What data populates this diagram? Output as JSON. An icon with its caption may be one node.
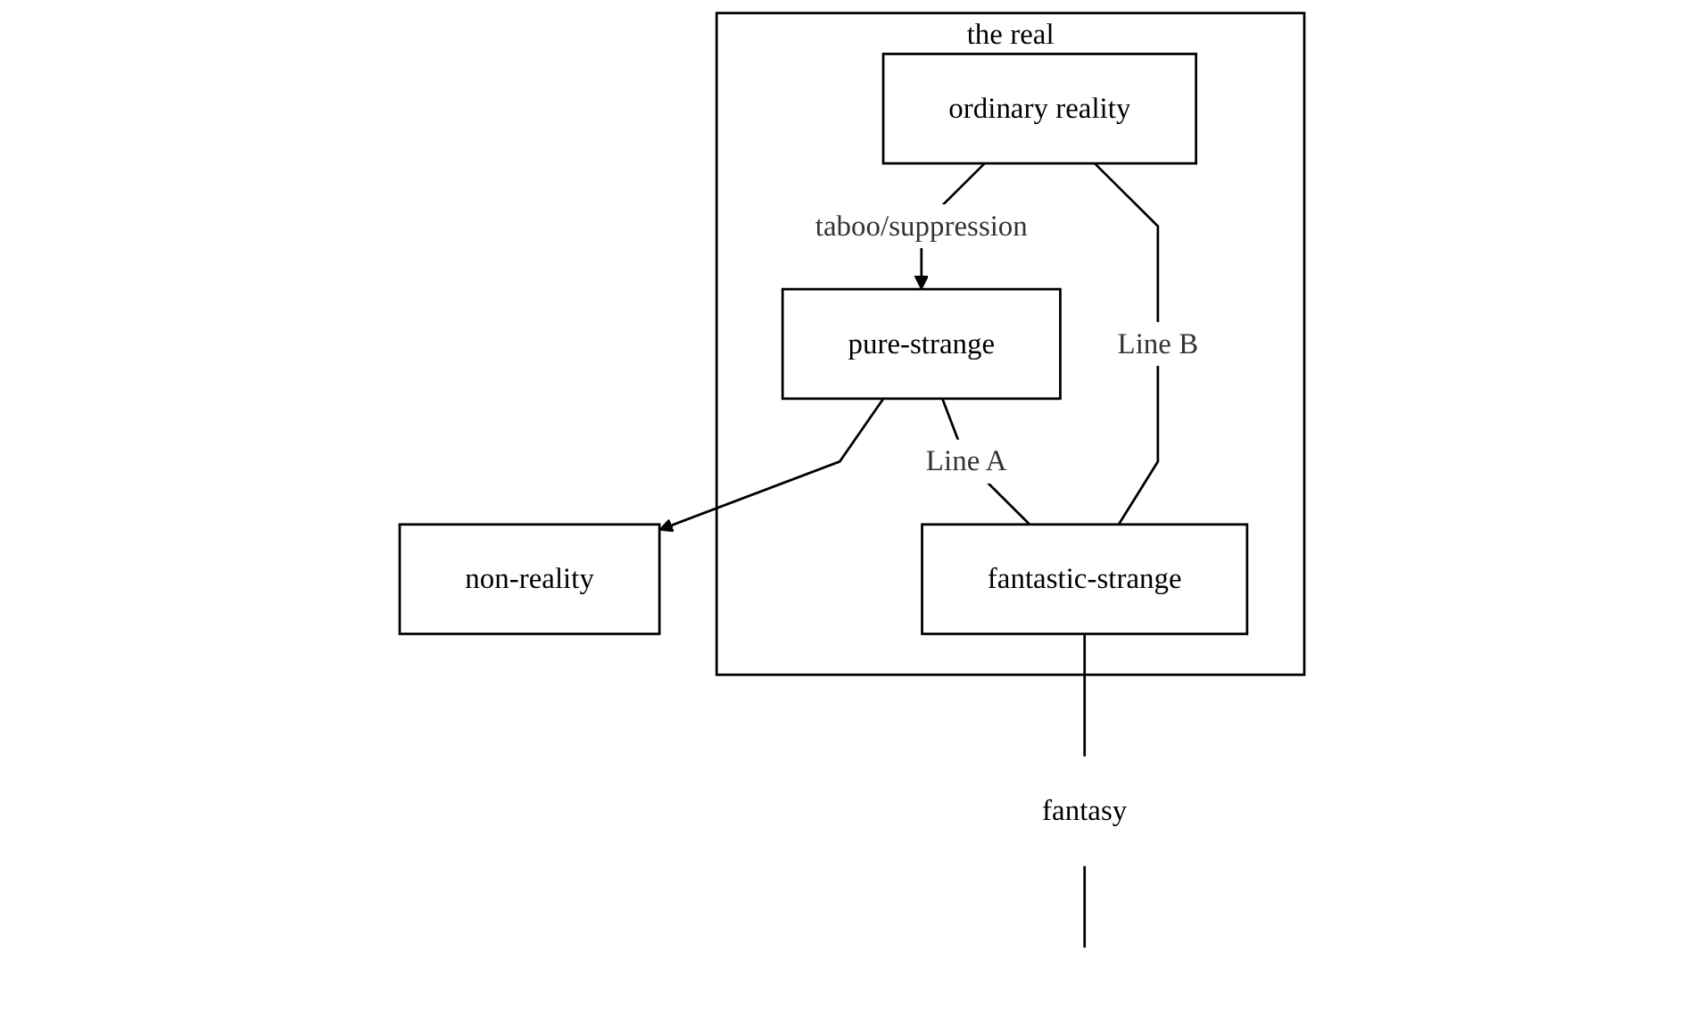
{
  "diagram": {
    "nodes": [
      {
        "text": [
          "the real"
        ]
      },
      {
        "text": [
          "non-reality"
        ]
      },
      {
        "text": [
          "pure-strange"
        ],
        "in": 0
      },
      {
        "text": [
          "ordinary reality"
        ],
        "in": 0
      },
      {
        "text": [
          "fantastic-strange"
        ],
        "in": 0
      },
      {
        "text": [
          "fantasy"
        ]
      }
    ],
    "edges": [
      {
        "from": 2,
        "to": 1,
        "arrow": "to"
      },
      {
        "from": 3,
        "to": 2,
        "arrow": "to",
        "label": "taboo/suppression"
      },
      {
        "from": 2,
        "to": 4,
        "arrow": "none",
        "label": "Line A"
      },
      {
        "from": 3,
        "to": 4,
        "arrow": "none",
        "label": "Line B"
      },
      {
        "from": 4,
        "to": 5,
        "arrow": "none"
      },
      {
        "from": 5,
        "to": null,
        "arrow": "none"
      }
    ]
  }
}
